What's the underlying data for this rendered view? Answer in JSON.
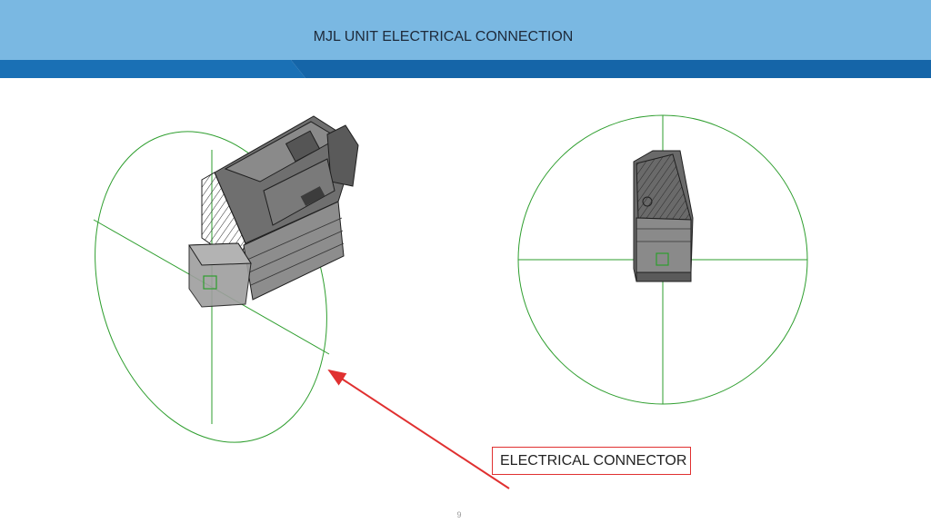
{
  "slide": {
    "title": "MJL UNIT ELECTRICAL CONNECTION",
    "callout_label": "ELECTRICAL CONNECTOR",
    "page_number": "9"
  },
  "colors": {
    "header_light": "#7ab8e2",
    "header_dark": "#1565a8",
    "guide_circle": "#2e9e2e",
    "callout": "#e03030",
    "cad_body": "#4a4a4a"
  },
  "figures": [
    {
      "view": "isometric",
      "content": "3D CAD model of MJL unit with green reference circle and crosshair"
    },
    {
      "view": "side",
      "content": "2D side view of MJL unit centered in green reference circle with crosshair"
    }
  ]
}
